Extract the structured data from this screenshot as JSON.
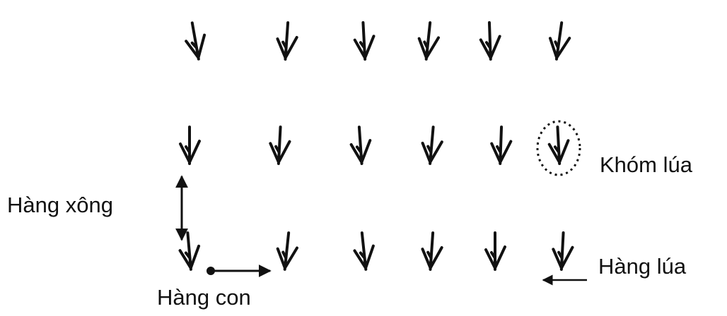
{
  "labels": {
    "clump": "Khóm lúa",
    "row_spacing": "Hàng xông",
    "rice_row": "Hàng lúa",
    "hill_spacing": "Hàng con"
  },
  "grid": {
    "rows": 3,
    "columns": 6
  },
  "colors": {
    "ink": "#111111",
    "background": "#ffffff"
  }
}
